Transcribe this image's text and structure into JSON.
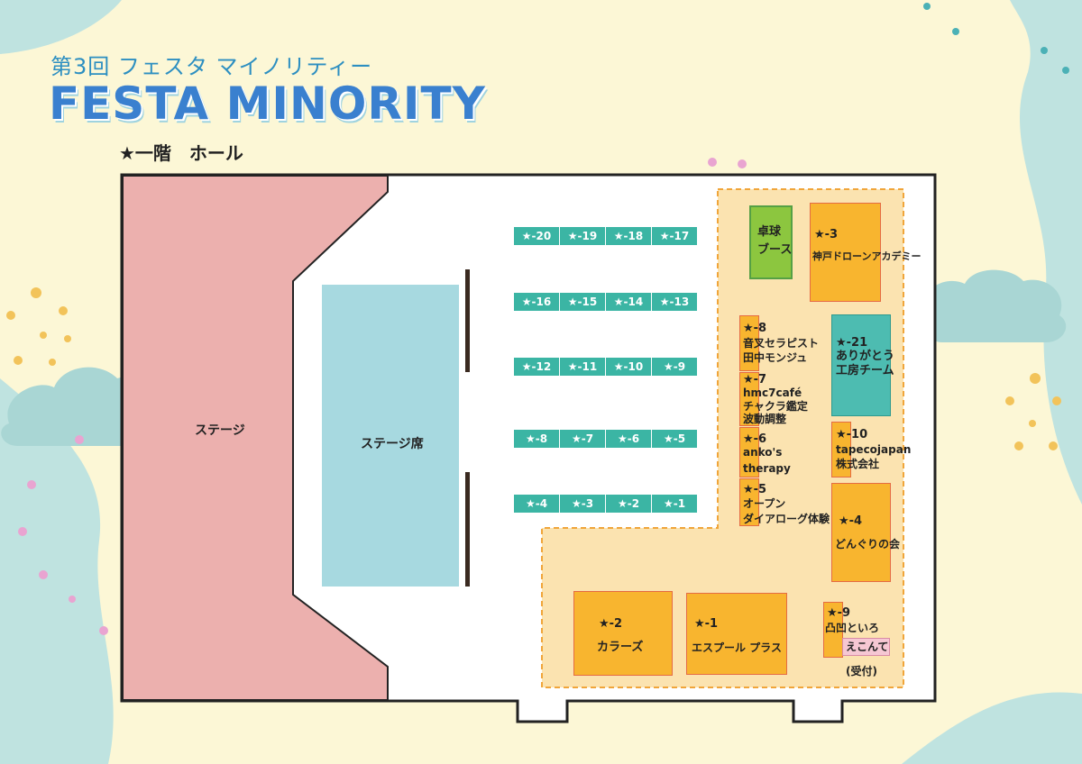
{
  "header": {
    "subtitle": "第3回 フェスタ マイノリティー",
    "title": "FESTA MINORITY",
    "floor": "★一階　ホール"
  },
  "areas": {
    "stage": "ステージ",
    "stage_seats": "ステージ席"
  },
  "tables": [
    "★-1",
    "★-2",
    "★-3",
    "★-4",
    "★-5",
    "★-6",
    "★-7",
    "★-8",
    "★-9",
    "★-10",
    "★-11",
    "★-12",
    "★-13",
    "★-14",
    "★-15",
    "★-16",
    "★-17",
    "★-18",
    "★-19",
    "★-20"
  ],
  "booths": {
    "b1": {
      "num": "★-1",
      "name": "エスプール プラス"
    },
    "b2": {
      "num": "★-2",
      "name": "カラーズ"
    },
    "b3": {
      "num": "★-3",
      "name": "神戸ドローンアカデミー"
    },
    "b4": {
      "num": "★-4",
      "name": "どんぐりの会"
    },
    "b5": {
      "num": "★-5",
      "line1": "オープン",
      "line2": "ダイアローグ体験"
    },
    "b6": {
      "num": "★-6",
      "line1": "anko's",
      "line2": "therapy"
    },
    "b7": {
      "num": "★-7",
      "line1": "hmc7café",
      "line2": "チャクラ鑑定",
      "line3": "波動調整"
    },
    "b8": {
      "num": "★-8",
      "line1": "音叉セラピスト",
      "line2": "田中モンジュ"
    },
    "b9": {
      "num": "★-9",
      "name": "凸凹といろ"
    },
    "b10": {
      "num": "★-10",
      "line1": "tapecojapan",
      "line2": "株式会社"
    },
    "b21": {
      "num": "★-21",
      "line1": "ありがとう",
      "line2": "工房チーム"
    },
    "pingpong": {
      "line1": "卓球",
      "line2": "ブース"
    }
  },
  "reception": {
    "name": "えこんて",
    "note": "(受付)"
  },
  "colors": {
    "background": "#fcf7d6",
    "teal_blob": "#bfe3e0",
    "stage": "#ecb0ae",
    "stage_seats": "#a7d9e0",
    "table": "#3bb5a4",
    "booth": "#f8b52f",
    "booth_zone": "#fbe3b0",
    "pingpong": "#8cc63f",
    "booth_21": "#4dbcb1",
    "reception": "#f6c7d3",
    "title": "#3a80cf"
  }
}
